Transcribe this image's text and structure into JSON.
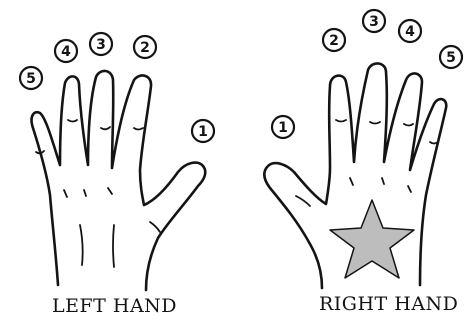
{
  "labels": {
    "left_hand": "LEFT HAND",
    "right_hand": "RIGHT HAND"
  },
  "left_hand_fingers": [
    {
      "finger": "thumb",
      "number": "1"
    },
    {
      "finger": "index",
      "number": "2"
    },
    {
      "finger": "middle",
      "number": "3"
    },
    {
      "finger": "ring",
      "number": "4"
    },
    {
      "finger": "pinky",
      "number": "5"
    }
  ],
  "right_hand_fingers": [
    {
      "finger": "thumb",
      "number": "1"
    },
    {
      "finger": "index",
      "number": "2"
    },
    {
      "finger": "middle",
      "number": "3"
    },
    {
      "finger": "ring",
      "number": "4"
    },
    {
      "finger": "pinky",
      "number": "5"
    }
  ],
  "colors": {
    "ink": "#141414",
    "star_fill": "#bdbdbd",
    "background": "#ffffff"
  },
  "icons": {
    "right_hand_marker": "star-icon"
  }
}
